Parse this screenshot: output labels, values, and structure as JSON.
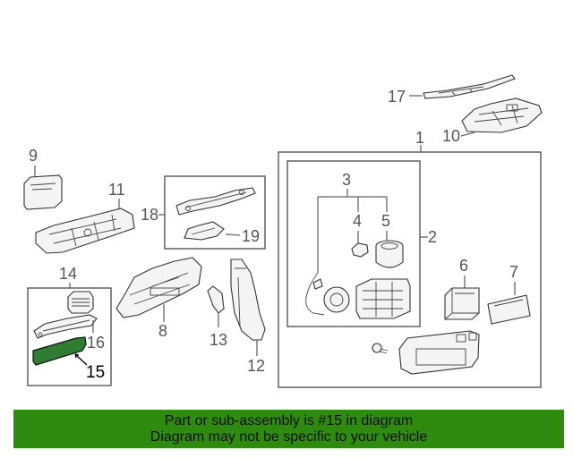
{
  "diagram": {
    "callouts": {
      "c1": "1",
      "c2": "2",
      "c3": "3",
      "c4": "4",
      "c5": "5",
      "c6": "6",
      "c7": "7",
      "c8": "8",
      "c9": "9",
      "c10": "10",
      "c11": "11",
      "c12": "12",
      "c13": "13",
      "c14": "14",
      "c15": "15",
      "c16": "16",
      "c17": "17",
      "c18": "18",
      "c19": "19"
    },
    "highlighted_part": "15",
    "highlight_color": "#2e7d32"
  },
  "banner": {
    "line1": "Part or sub-assembly is #15 in diagram",
    "line2": "Diagram may not be specific to your vehicle",
    "background": "#2e8b10"
  }
}
